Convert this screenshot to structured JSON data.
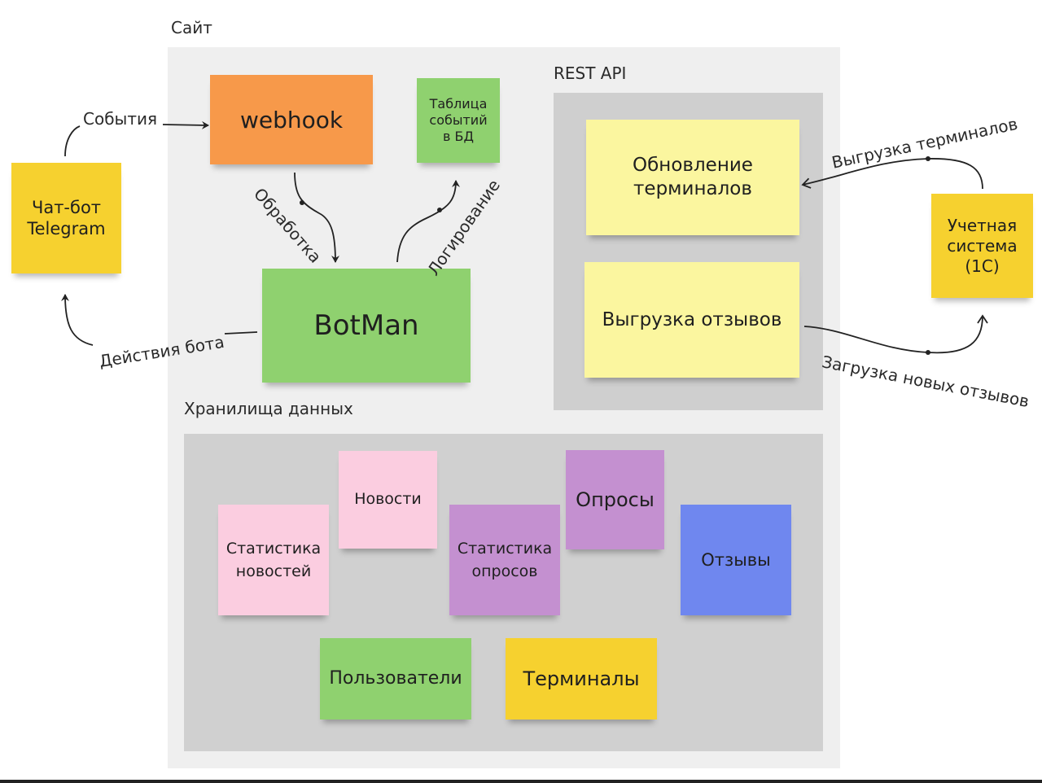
{
  "labels": {
    "site": "Сайт",
    "rest_api": "REST API",
    "storage": "Хранилища данных"
  },
  "nodes": {
    "chatbot": "Чат-бот\nTelegram",
    "webhook": "webhook",
    "events_table": "Таблица\nсобытий\nв БД",
    "botman": "BotMan",
    "update_terminals": "Обновление\nтерминалов",
    "export_reviews": "Выгрузка отзывов",
    "accounting": "Учетная\nсистема\n(1С)",
    "news": "Новости",
    "news_stats": "Статистика\nновостей",
    "polls_stats": "Статистика\nопросов",
    "polls": "Опросы",
    "reviews": "Отзывы",
    "users": "Пользователи",
    "terminals": "Терминалы"
  },
  "edges": {
    "events": "События",
    "processing": "Обработка",
    "logging": "Логирование",
    "bot_actions": "Действия бота",
    "terminals_export": "Выгрузка терминалов",
    "reviews_upload": "Загрузка новых отзывов"
  },
  "colors": {
    "orange": "#f7994a",
    "green": "#8fd16f",
    "yellow": "#f6d12f",
    "light_yellow": "#fbf69f",
    "pink": "#fbcde0",
    "purple": "#c490d0",
    "blue": "#6f87ef",
    "panel_light": "#efefef",
    "panel_gray": "#d0d0d0"
  }
}
